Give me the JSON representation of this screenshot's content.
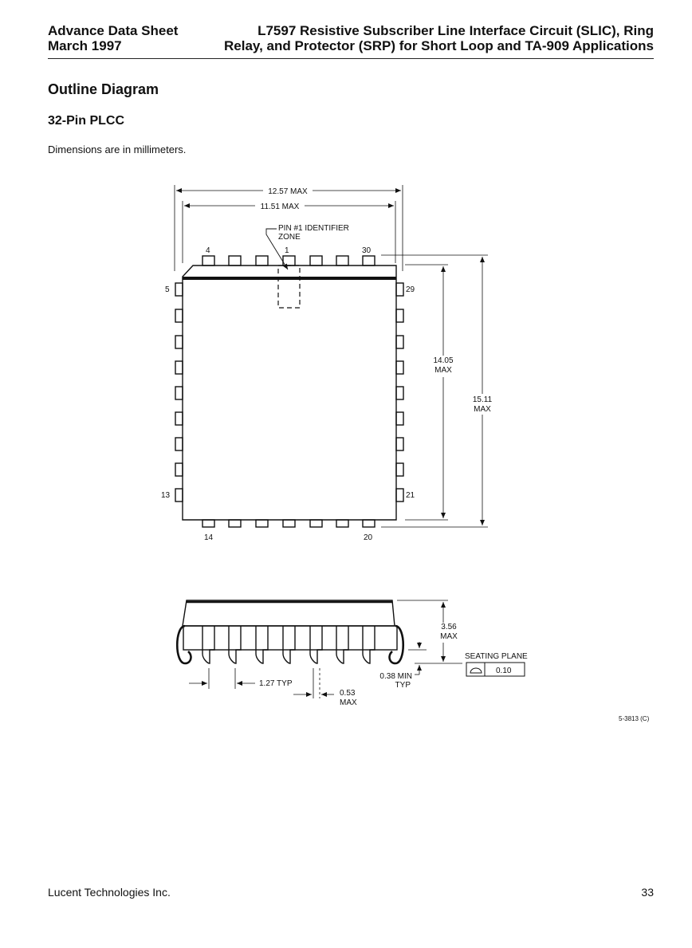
{
  "header": {
    "left_line1": "Advance Data Sheet",
    "left_line2": "March 1997",
    "right_line1": "L7597 Resistive Subscriber Line Interface Circuit (SLIC), Ring",
    "right_line2": "Relay, and Protector (SRP) for Short Loop and TA-909 Applications"
  },
  "section_title": "Outline Diagram",
  "subsection_title": "32-Pin PLCC",
  "note": "Dimensions are in millimeters.",
  "top_view": {
    "dim_outer_width": "12.57 MAX",
    "dim_body_width": "11.51 MAX",
    "pin1_label_line1": "PIN #1 IDENTIFIER",
    "pin1_label_line2": "ZONE",
    "pin_labels": {
      "p4": "4",
      "p1": "1",
      "p30": "30",
      "p5": "5",
      "p29": "29",
      "p13": "13",
      "p21": "21",
      "p14": "14",
      "p20": "20"
    },
    "dim_body_height_line1": "14.05",
    "dim_body_height_line2": "MAX",
    "dim_outer_height_line1": "15.11",
    "dim_outer_height_line2": "MAX"
  },
  "side_view": {
    "dim_height_line1": "3.56",
    "dim_height_line2": "MAX",
    "seating_plane": "SEATING PLANE",
    "flatness": "0.10",
    "pitch": "1.27 TYP",
    "standoff_line1": "0.38 MIN",
    "standoff_line2": "TYP",
    "lead_width_line1": "0.53",
    "lead_width_line2": "MAX"
  },
  "figure_number": "5-3813 (C)",
  "footer": {
    "company": "Lucent Technologies Inc.",
    "page_number": "33"
  }
}
